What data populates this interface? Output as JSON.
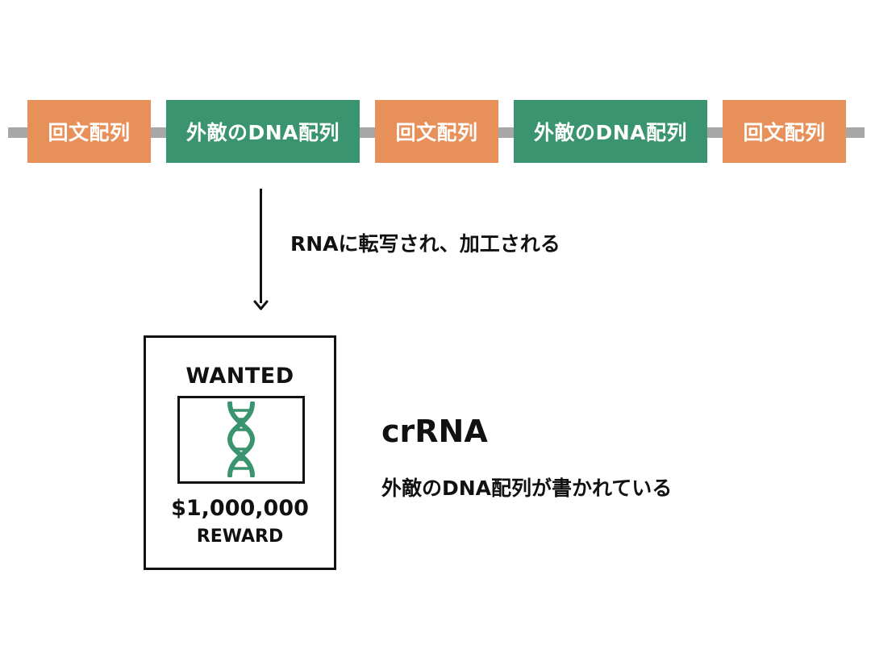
{
  "crispr_array": {
    "segments": [
      {
        "label": "回文配列",
        "kind": "repeat"
      },
      {
        "label": "外敵のDNA配列",
        "kind": "spacer"
      },
      {
        "label": "回文配列",
        "kind": "repeat"
      },
      {
        "label": "外敵のDNA配列",
        "kind": "spacer"
      },
      {
        "label": "回文配列",
        "kind": "repeat"
      }
    ]
  },
  "process": {
    "text": "RNAに転写され、加工される"
  },
  "poster": {
    "heading": "WANTED",
    "amount": "$1,000,000",
    "reward": "REWARD",
    "icon": "dna-icon"
  },
  "crrna": {
    "title": "crRNA",
    "description": "外敵のDNA配列が書かれている"
  },
  "colors": {
    "repeat": "#e8905a",
    "spacer": "#3a9470",
    "strand": "#a7a7a7",
    "dna_icon": "#3a9470",
    "text": "#111111"
  }
}
